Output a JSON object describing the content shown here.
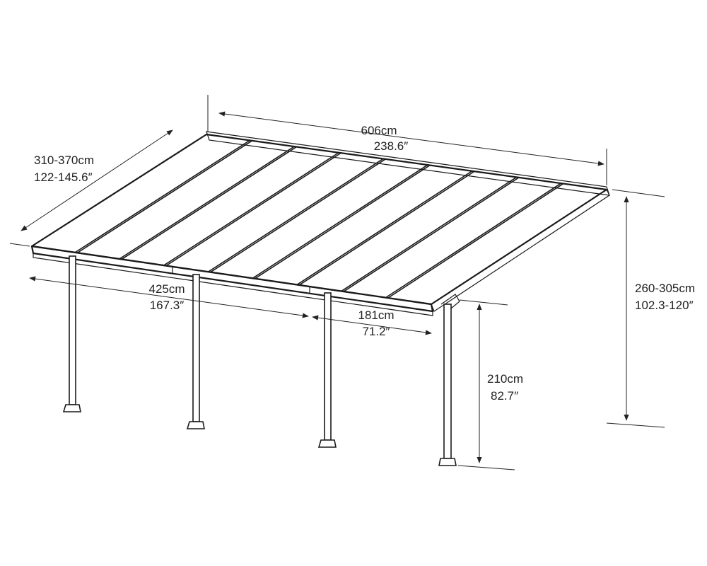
{
  "dimensions": {
    "width": {
      "metric": "606cm",
      "imperial": "238.6″"
    },
    "depth": {
      "metric": "310-370cm",
      "imperial": "122-145.6″"
    },
    "post_span_main": {
      "metric": "425cm",
      "imperial": "167.3″"
    },
    "post_span_end": {
      "metric": "181cm",
      "imperial": "71.2″"
    },
    "front_height": {
      "metric": "210cm",
      "imperial": "82.7″"
    },
    "wall_height": {
      "metric": "260-305cm",
      "imperial": "102.3-120″"
    }
  },
  "roof": {
    "panel_count": 9
  },
  "posts": {
    "count": 4
  },
  "colors": {
    "line": "#1a1a1a",
    "background": "#ffffff"
  }
}
